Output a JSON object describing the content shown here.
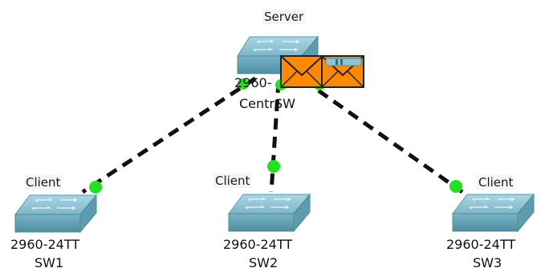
{
  "colors": {
    "link": "#111111",
    "link_up_dot": "#22e022",
    "switch_top": "#8fc4d4",
    "switch_front": "#6aa8bb",
    "switch_dark": "#4e8da1",
    "envelope": "#ff8a00",
    "envelope_border": "#222222"
  },
  "devices": {
    "central": {
      "role": "Server",
      "model": "2960-",
      "name": "CentrSW",
      "icon": "switch-icon"
    },
    "sw1": {
      "role": "Client",
      "model": "2960-24TT",
      "name": "SW1",
      "icon": "switch-icon"
    },
    "sw2": {
      "role": "Client",
      "model": "2960-24TT",
      "name": "SW2",
      "icon": "switch-icon"
    },
    "sw3": {
      "role": "Client",
      "model": "2960-24TT",
      "name": "SW3",
      "icon": "switch-icon"
    }
  },
  "pdus": [
    {
      "icon": "envelope-icon"
    },
    {
      "icon": "envelope-icon"
    }
  ],
  "links": [
    {
      "from": "central",
      "to": "sw1",
      "style": "dashed",
      "status": "up"
    },
    {
      "from": "central",
      "to": "sw2",
      "style": "dashed",
      "status": "up"
    },
    {
      "from": "central",
      "to": "sw3",
      "style": "dashed",
      "status": "up"
    }
  ]
}
